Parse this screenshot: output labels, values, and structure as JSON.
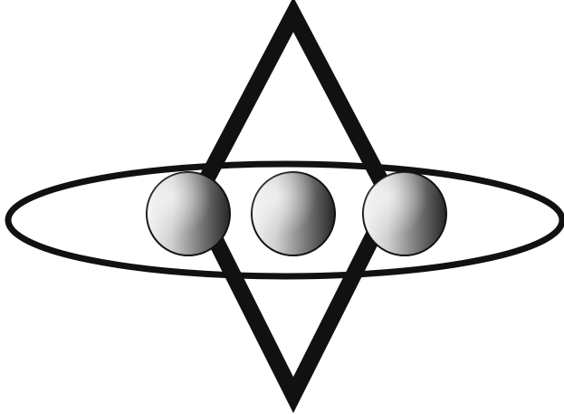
{
  "diagram": {
    "shapes": [
      {
        "kind": "diamond",
        "icon": "diamond-outline"
      },
      {
        "kind": "ellipse",
        "icon": "orbit-ellipse"
      }
    ],
    "spheres": [
      {
        "icon": "sphere-left"
      },
      {
        "icon": "sphere-center"
      },
      {
        "icon": "sphere-right"
      }
    ],
    "colors": {
      "stroke": "#111111",
      "background": "#ffffff",
      "sphere_light": "#f2f2f2",
      "sphere_dark": "#2a2a2a"
    }
  }
}
